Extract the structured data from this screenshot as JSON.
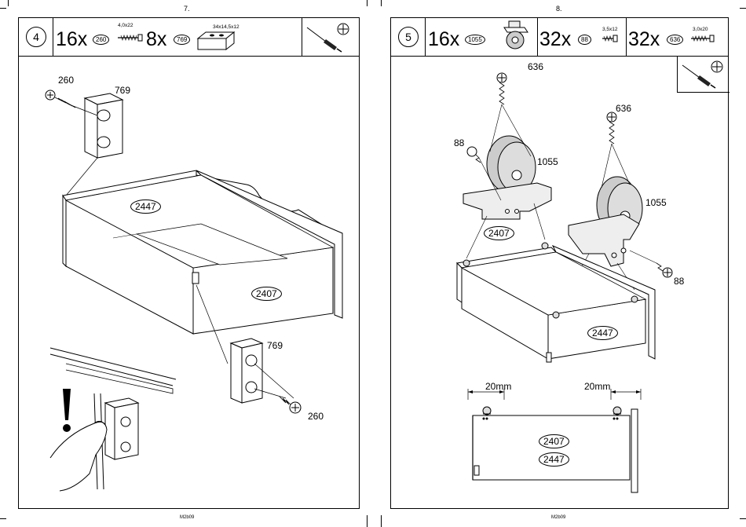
{
  "pages": [
    {
      "page_number": "7.",
      "footer": "M2b09",
      "step": "4",
      "hardware": [
        {
          "quantity": "16x",
          "part": "260",
          "size": "4,0x22"
        },
        {
          "quantity": "8x",
          "part": "769",
          "size": "34x14,5x12"
        }
      ],
      "callouts": [
        "260",
        "769",
        "769",
        "260"
      ],
      "panels": [
        "2447",
        "2407"
      ],
      "warning": "!"
    },
    {
      "page_number": "8.",
      "footer": "M2b09",
      "step": "5",
      "hardware": [
        {
          "quantity": "16x",
          "part": "1055",
          "size": ""
        },
        {
          "quantity": "32x",
          "part": "88",
          "size": "3,5x12"
        },
        {
          "quantity": "32x",
          "part": "636",
          "size": "3,0x20"
        }
      ],
      "callouts": [
        "636",
        "636",
        "88",
        "1055",
        "1055",
        "88"
      ],
      "panels": [
        "2407",
        "2447"
      ],
      "dimensions": [
        "20mm",
        "20mm"
      ],
      "bottom_panels": [
        "2407",
        "2447"
      ]
    }
  ],
  "icons": [
    "screwdriver-icon",
    "phillips-head-icon",
    "hand-icon",
    "exclamation-icon"
  ]
}
